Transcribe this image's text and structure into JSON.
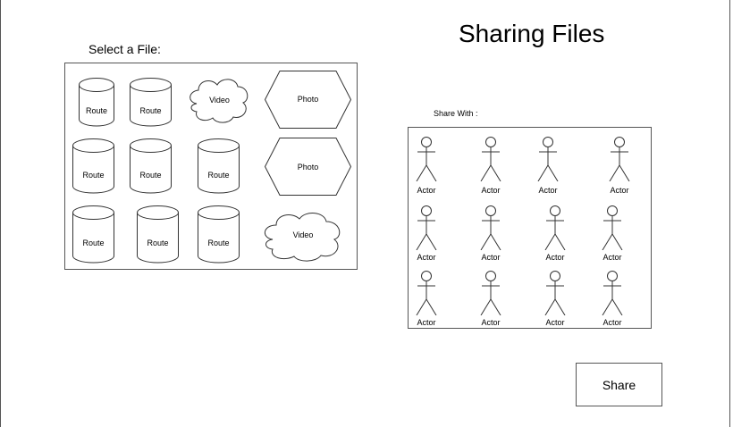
{
  "page": {
    "title": "Sharing Files"
  },
  "file_picker": {
    "label": "Select a File:",
    "files": [
      {
        "type": "route",
        "label": "Route"
      },
      {
        "type": "route",
        "label": "Route"
      },
      {
        "type": "video",
        "label": "Video"
      },
      {
        "type": "photo",
        "label": "Photo"
      },
      {
        "type": "route",
        "label": "Route"
      },
      {
        "type": "route",
        "label": "Route"
      },
      {
        "type": "route",
        "label": "Route"
      },
      {
        "type": "photo",
        "label": "Photo"
      },
      {
        "type": "route",
        "label": "Route"
      },
      {
        "type": "route",
        "label": "Route"
      },
      {
        "type": "route",
        "label": "Route"
      },
      {
        "type": "video",
        "label": "Video"
      }
    ]
  },
  "share_with": {
    "label": "Share With :",
    "actors": [
      {
        "label": "Actor"
      },
      {
        "label": "Actor"
      },
      {
        "label": "Actor"
      },
      {
        "label": "Actor"
      },
      {
        "label": "Actor"
      },
      {
        "label": "Actor"
      },
      {
        "label": "Actor"
      },
      {
        "label": "Actor"
      },
      {
        "label": "Actor"
      },
      {
        "label": "Actor"
      },
      {
        "label": "Actor"
      },
      {
        "label": "Actor"
      }
    ]
  },
  "actions": {
    "share_label": "Share"
  }
}
